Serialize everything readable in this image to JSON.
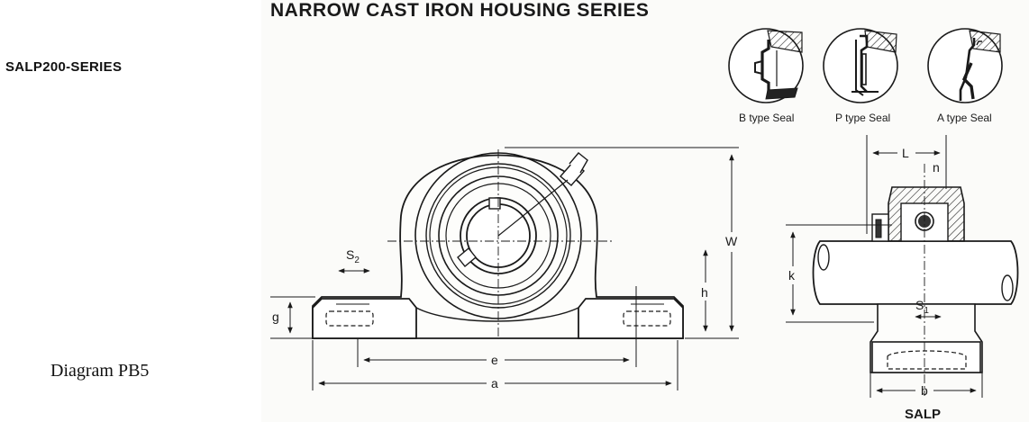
{
  "series_label": "SALP200-SERIES",
  "diagram_caption": "Diagram PB5",
  "title": "NARROW CAST IRON HOUSING SERIES",
  "seal_types": {
    "b": "B type Seal",
    "p": "P type Seal",
    "a": "A type Seal"
  },
  "dimensions": {
    "s2": "S",
    "s2_sub": "2",
    "s1": "S",
    "s1_sub": "1",
    "g": "g",
    "h": "h",
    "w": "W",
    "e": "e",
    "a": "a",
    "l": "L",
    "n": "n",
    "k": "k",
    "b": "b"
  },
  "model_label": "SALP"
}
